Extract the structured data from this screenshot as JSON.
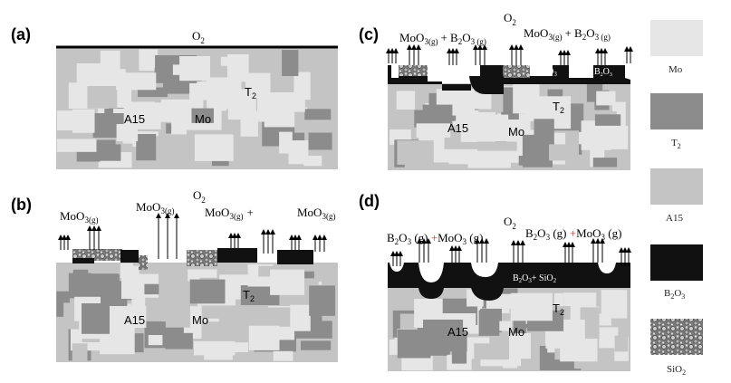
{
  "colors": {
    "mo": "#e6e6e6",
    "t2": "#8c8c8c",
    "a15": "#c4c4c4",
    "b2o3": "#111111",
    "sio2_dark": "#6e6e6e",
    "sio2_light": "#d0d0d0"
  },
  "panels": {
    "a": {
      "label": "(a)",
      "gas": "O",
      "gas_sub": "2",
      "phase_a15": "A15",
      "phase_mo": "Mo",
      "phase_t2": "T",
      "phase_t2_sub": "2"
    },
    "b": {
      "label": "(b)",
      "gas": "O",
      "gas_sub": "2",
      "moo3_left": "MoO",
      "moo3_left_sub": "3(g)",
      "moo3_mid": "MoO",
      "moo3_mid_sub": "3(g)",
      "moo3_right_a": "MoO",
      "moo3_right_a_sub": "3(g)",
      "plus": "+",
      "moo3_right_b": "MoO",
      "moo3_right_b_sub": "3(g)",
      "phase_a15": "A15",
      "phase_mo": "Mo",
      "phase_t2": "T",
      "phase_t2_sub": "2"
    },
    "c": {
      "label": "(c)",
      "gas": "O",
      "gas_sub": "2",
      "species_left": "MoO",
      "species_left_sub": "3(g)",
      "species_left_plus": "+ B",
      "species_left_b": "2",
      "species_left_o": "O",
      "species_left_o_sub": "3 (g)",
      "species_right": "MoO",
      "species_right_sub": "3(g)",
      "species_right_plus": "+ B",
      "species_right_b": "2",
      "species_right_o": "O",
      "species_right_o_sub": "3 (g)",
      "oxide_1": "B",
      "oxide_1_b": "2",
      "oxide_1_o": "O",
      "oxide_1_o_sub": "3",
      "oxide_2": "B",
      "oxide_2_b": "2",
      "oxide_2_o": "O",
      "oxide_2_o_sub": "3",
      "phase_a15": "A15",
      "phase_mo": "Mo",
      "phase_t2": "T",
      "phase_t2_sub": "2"
    },
    "d": {
      "label": "(d)",
      "gas": "O",
      "gas_sub": "2",
      "species_left": "B",
      "species_left_b": "2",
      "species_left_o": "O",
      "species_left_o_sub": "3",
      "species_left_g": " (g) ",
      "species_left_plus": "+",
      "species_left_m": "MoO",
      "species_left_m_sub": "3",
      "species_left_g2": " (g)",
      "species_right": "B",
      "species_right_b": "2",
      "species_right_o": "O",
      "species_right_o_sub": "3",
      "species_right_g": " (g) ",
      "species_right_plus": "+",
      "species_right_m": "MoO",
      "species_right_m_sub": "3",
      "species_right_g2": " (g)",
      "oxide": "B",
      "oxide_b": "2",
      "oxide_o": "O",
      "oxide_o_sub": "3",
      "oxide_plus": "+ SiO",
      "oxide_plus_sub": "2",
      "phase_a15": "A15",
      "phase_mo": "Mo",
      "phase_t2": "T",
      "phase_t2_sub": "2"
    }
  },
  "legend": {
    "mo": "Mo",
    "t2": "T",
    "t2_sub": "2",
    "a15": "A15",
    "b2o3": "B",
    "b2o3_b": "2",
    "b2o3_o": "O",
    "b2o3_o_sub": "3",
    "sio2": "SiO",
    "sio2_sub": "2"
  }
}
